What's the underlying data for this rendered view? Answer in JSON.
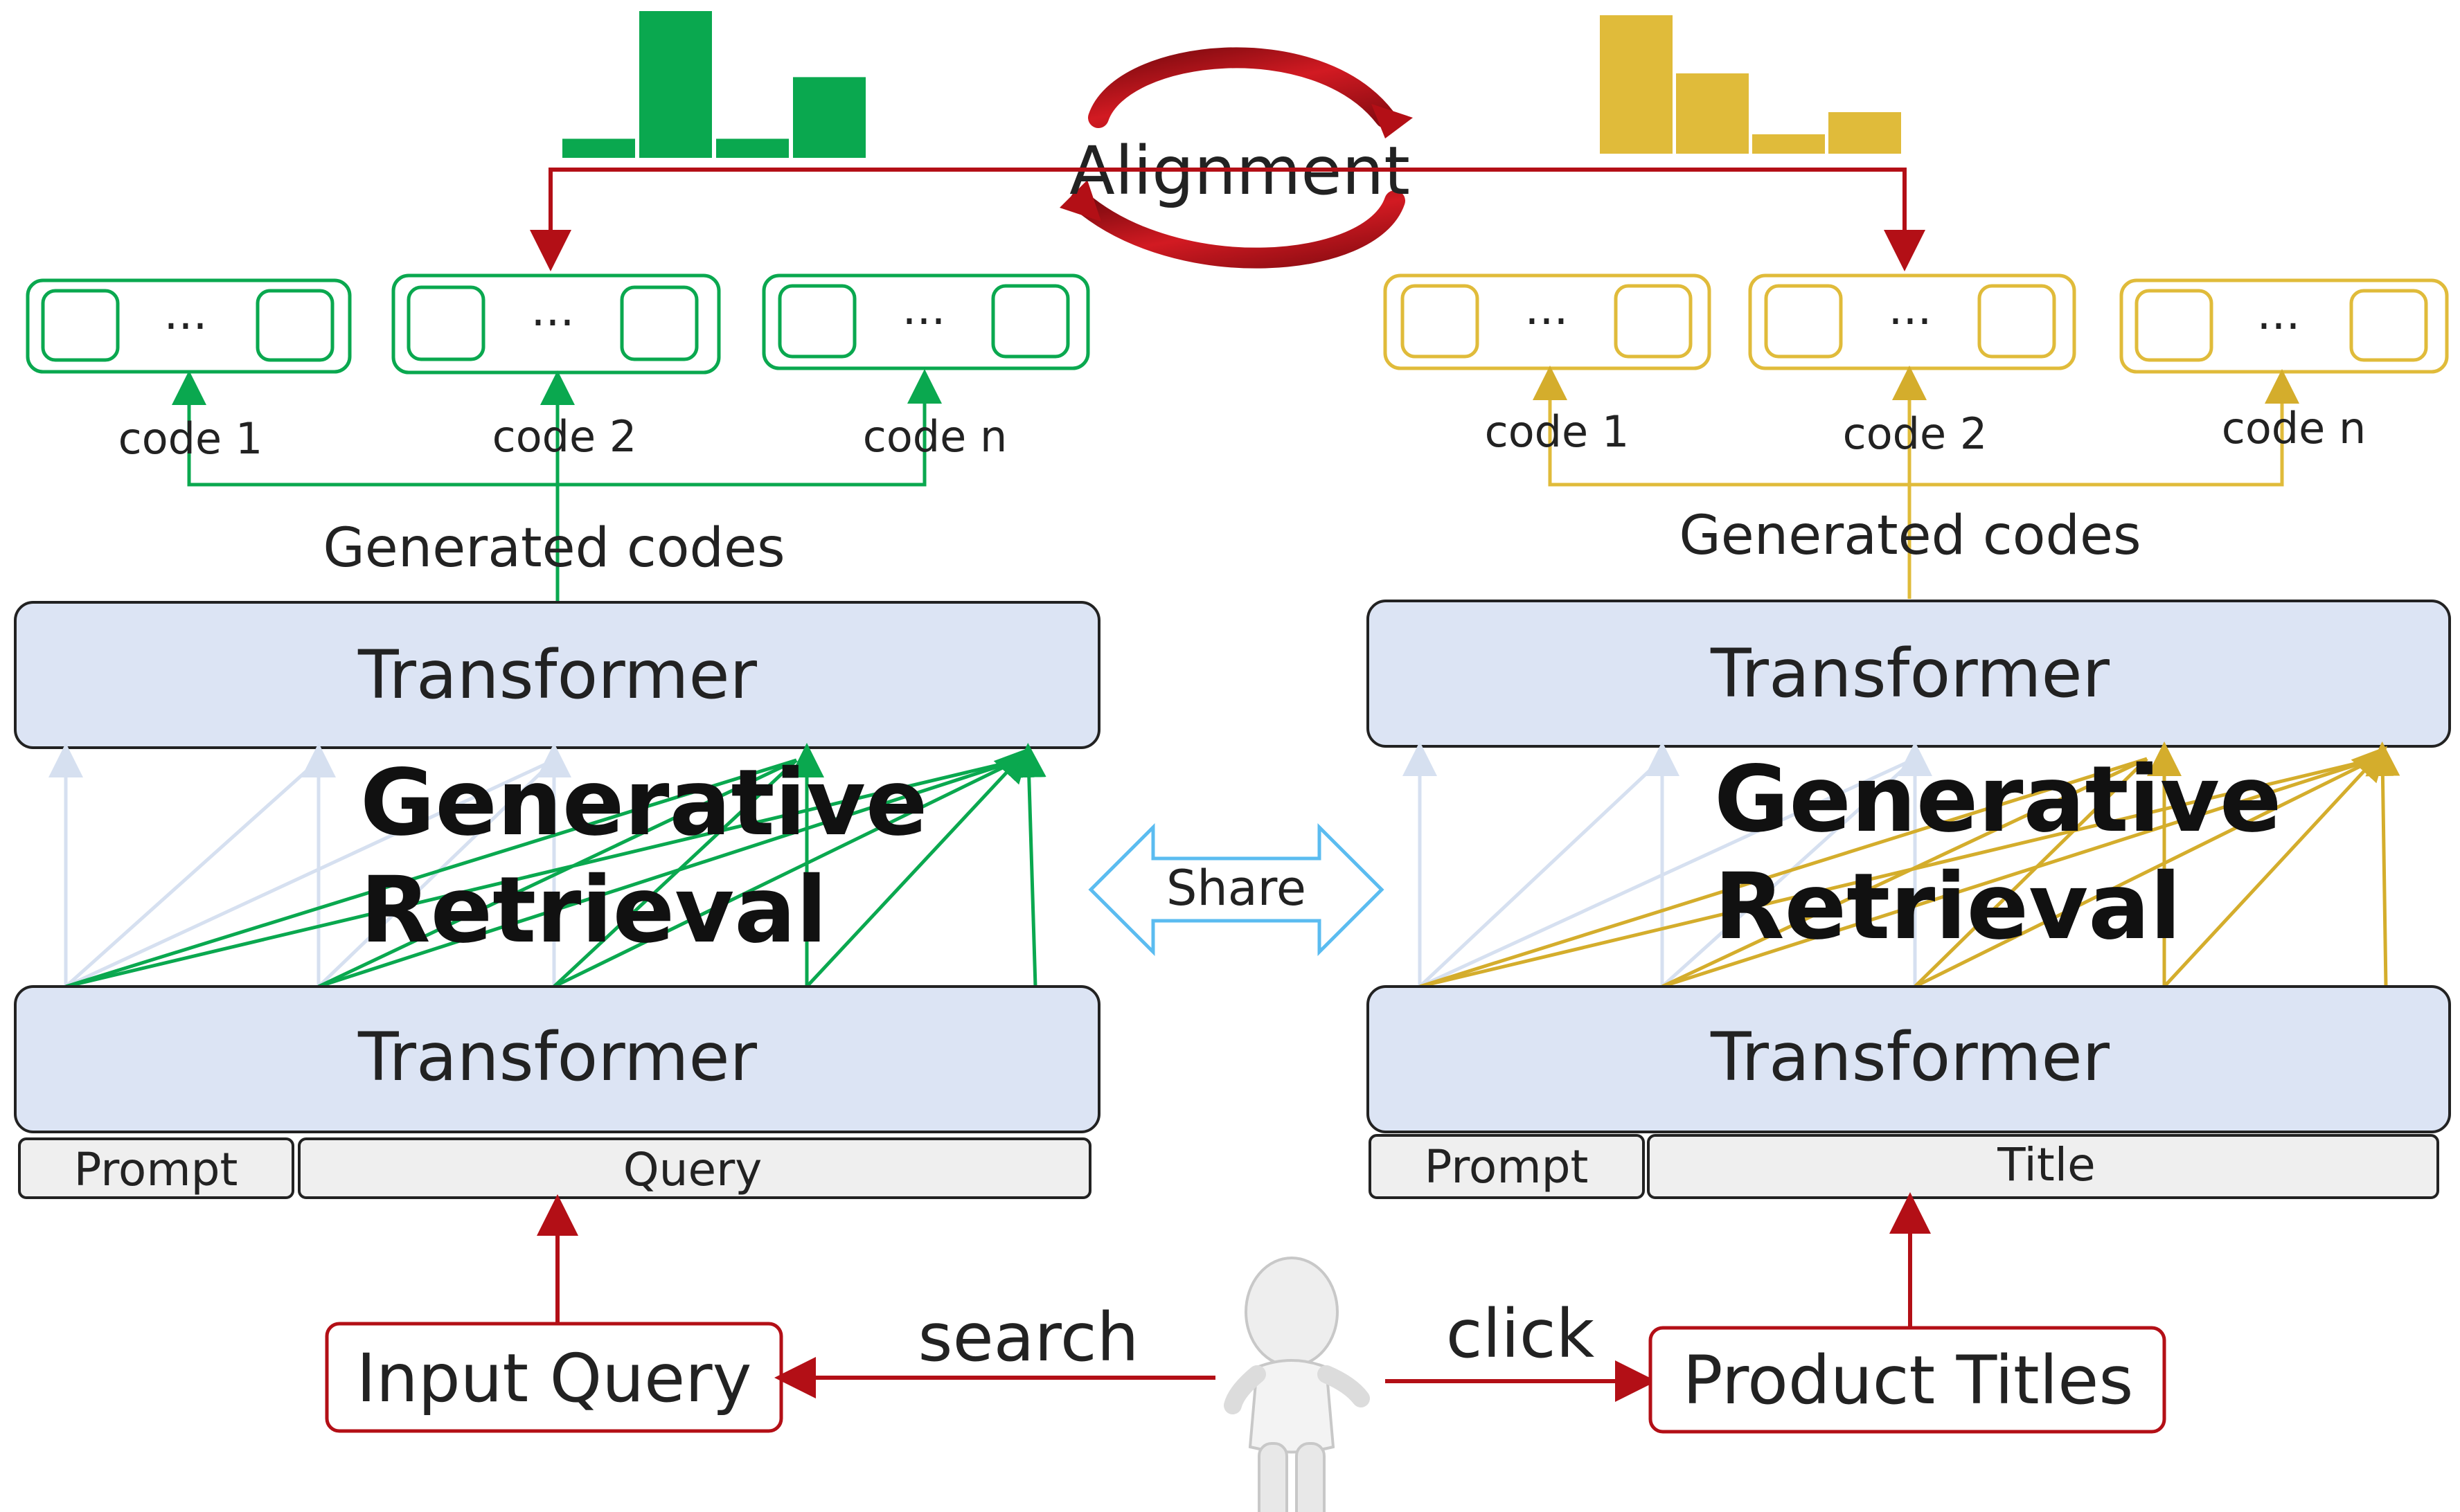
{
  "colors": {
    "green": "#0aa84f",
    "gold": "#e0bb3a",
    "red": "#b30f16",
    "transformer_fill": "#dce4f4",
    "faint_arrow": "#d6e0f0",
    "share_blue": "#5bbcf0",
    "input_fill": "#efefef"
  },
  "alignment_label": "Alignment",
  "share_label": "Share",
  "user": {
    "search_label": "search",
    "click_label": "click"
  },
  "left": {
    "code_labels": [
      "code 1",
      "code 2",
      "code n"
    ],
    "generated_codes_label": "Generated codes",
    "transformer_top": "Transformer",
    "generative_label": "Generative",
    "retrieval_label": "Retrieval",
    "transformer_bottom": "Transformer",
    "prompt_label": "Prompt",
    "input_segment_label": "Query",
    "source_label": "Input Query",
    "histogram": [
      0.13,
      1.0,
      0.13,
      0.55
    ],
    "ellipsis": "..."
  },
  "right": {
    "code_labels": [
      "code 1",
      "code 2",
      "code n"
    ],
    "generated_codes_label": "Generated codes",
    "transformer_top": "Transformer",
    "generative_label": "Generative",
    "retrieval_label": "Retrieval",
    "transformer_bottom": "Transformer",
    "prompt_label": "Prompt",
    "input_segment_label": "Title",
    "source_label": "Product Titles",
    "histogram": [
      1.0,
      0.58,
      0.14,
      0.3
    ],
    "ellipsis": "..."
  }
}
